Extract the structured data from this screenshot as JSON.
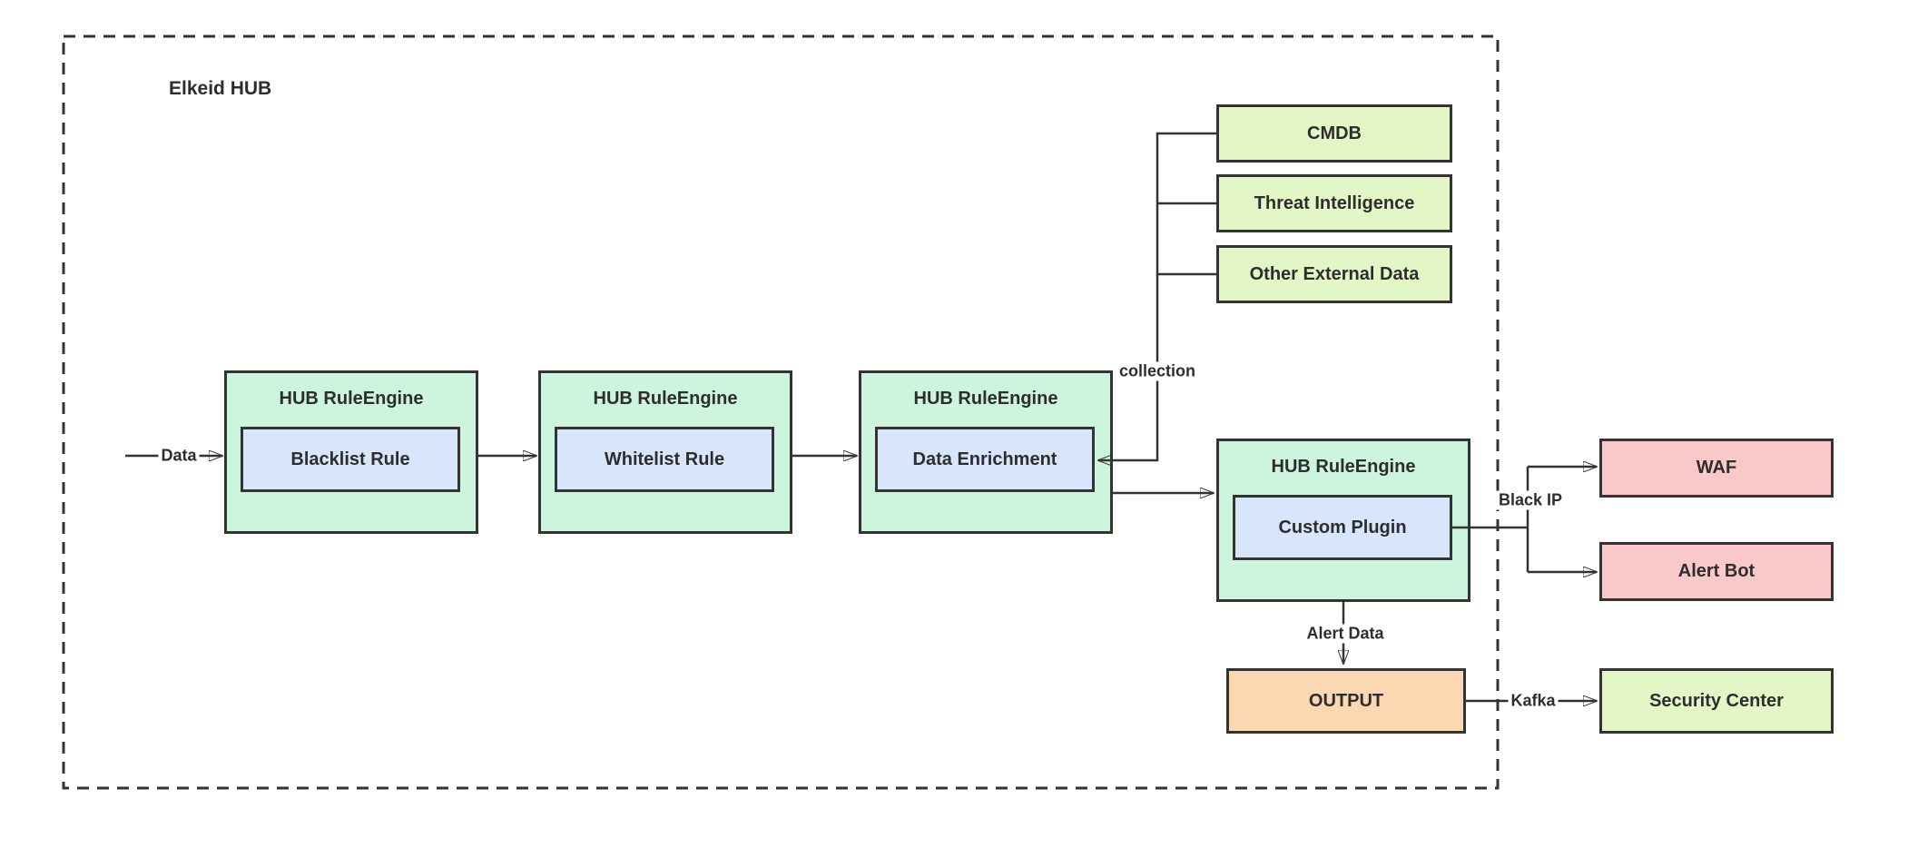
{
  "title": "Elkeid HUB",
  "colors": {
    "engine_fill": "#cdf4dd",
    "module_fill": "#d8e6fb",
    "source_fill": "#e3f7c6",
    "sink_fill": "#f9c9c9",
    "output_fill": "#fbd8b2",
    "line": "#333333"
  },
  "engines": [
    {
      "title": "HUB RuleEngine",
      "module": "Blacklist Rule"
    },
    {
      "title": "HUB RuleEngine",
      "module": "Whitelist Rule"
    },
    {
      "title": "HUB RuleEngine",
      "module": "Data Enrichment"
    },
    {
      "title": "HUB RuleEngine",
      "module": "Custom Plugin"
    }
  ],
  "external_sources": [
    {
      "label": "CMDB"
    },
    {
      "label": "Threat Intelligence"
    },
    {
      "label": "Other External Data"
    }
  ],
  "sinks": {
    "waf": "WAF",
    "alert_bot": "Alert Bot",
    "security_center": "Security Center"
  },
  "output_node": "OUTPUT",
  "edge_labels": {
    "data": "Data",
    "collection": "collection",
    "black_ip": "Black IP",
    "alert_data": "Alert Data",
    "kafka": "Kafka"
  }
}
